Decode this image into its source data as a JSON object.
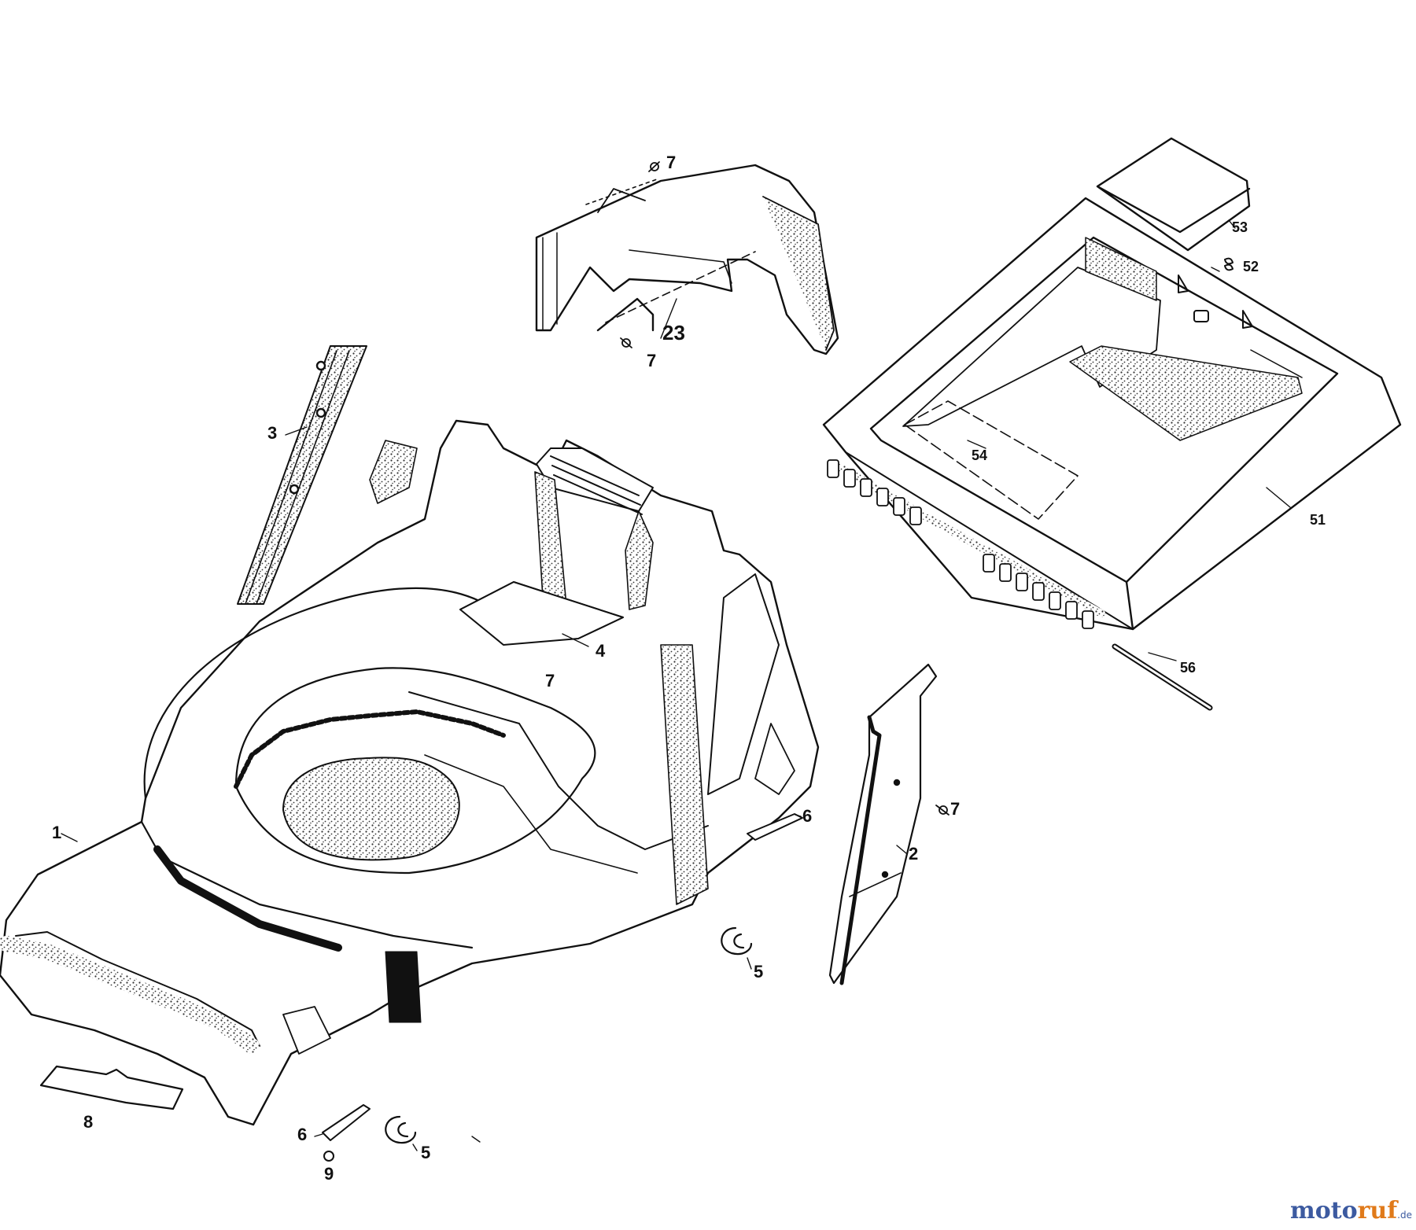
{
  "labels": {
    "p1": "1",
    "p2": "2",
    "p3": "3",
    "p4": "4",
    "p5a": "5",
    "p5b": "5",
    "p6a": "6",
    "p6b": "6",
    "p7a": "7",
    "p7b": "7",
    "p7c": "7",
    "p7d": "7",
    "p8": "8",
    "p9": "9",
    "p23": "23",
    "p51": "51",
    "p52": "52",
    "p53": "53",
    "p54": "54",
    "p56": "56"
  },
  "watermark": {
    "part1": "moto",
    "part2": "ruf",
    "part3": ".de"
  },
  "colors": {
    "line": "#111111",
    "stipple": "#444444",
    "brand_blue": "#3c5aa0",
    "brand_orange": "#e07a1a"
  }
}
